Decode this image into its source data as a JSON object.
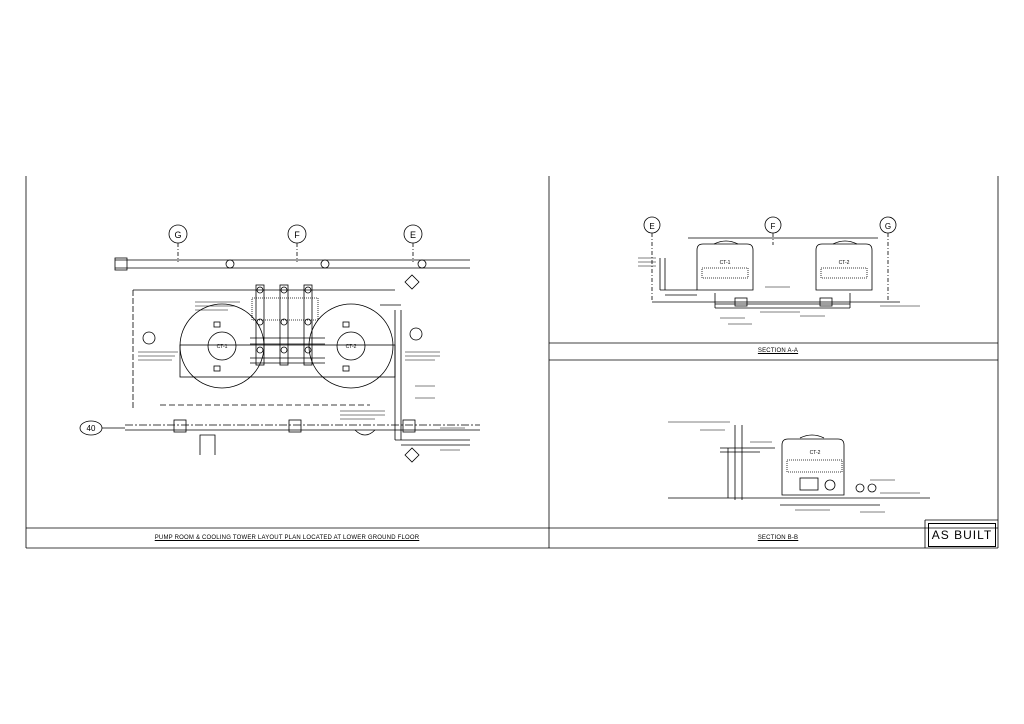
{
  "plan": {
    "title": "PUMP ROOM & COOLING TOWER LAYOUT PLAN LOCATED AT LOWER GROUND FLOOR",
    "gridlines": [
      "G",
      "F",
      "E"
    ],
    "row_marker": "40",
    "towers": [
      "CT-1",
      "CT-2"
    ]
  },
  "section_aa": {
    "title": "SECTION A-A",
    "gridlines": [
      "E",
      "F",
      "G"
    ],
    "towers": [
      "CT-1",
      "CT-2"
    ]
  },
  "section_bb": {
    "title": "SECTION B-B",
    "towers": [
      "CT-2"
    ]
  },
  "stamp": "AS BUILT"
}
